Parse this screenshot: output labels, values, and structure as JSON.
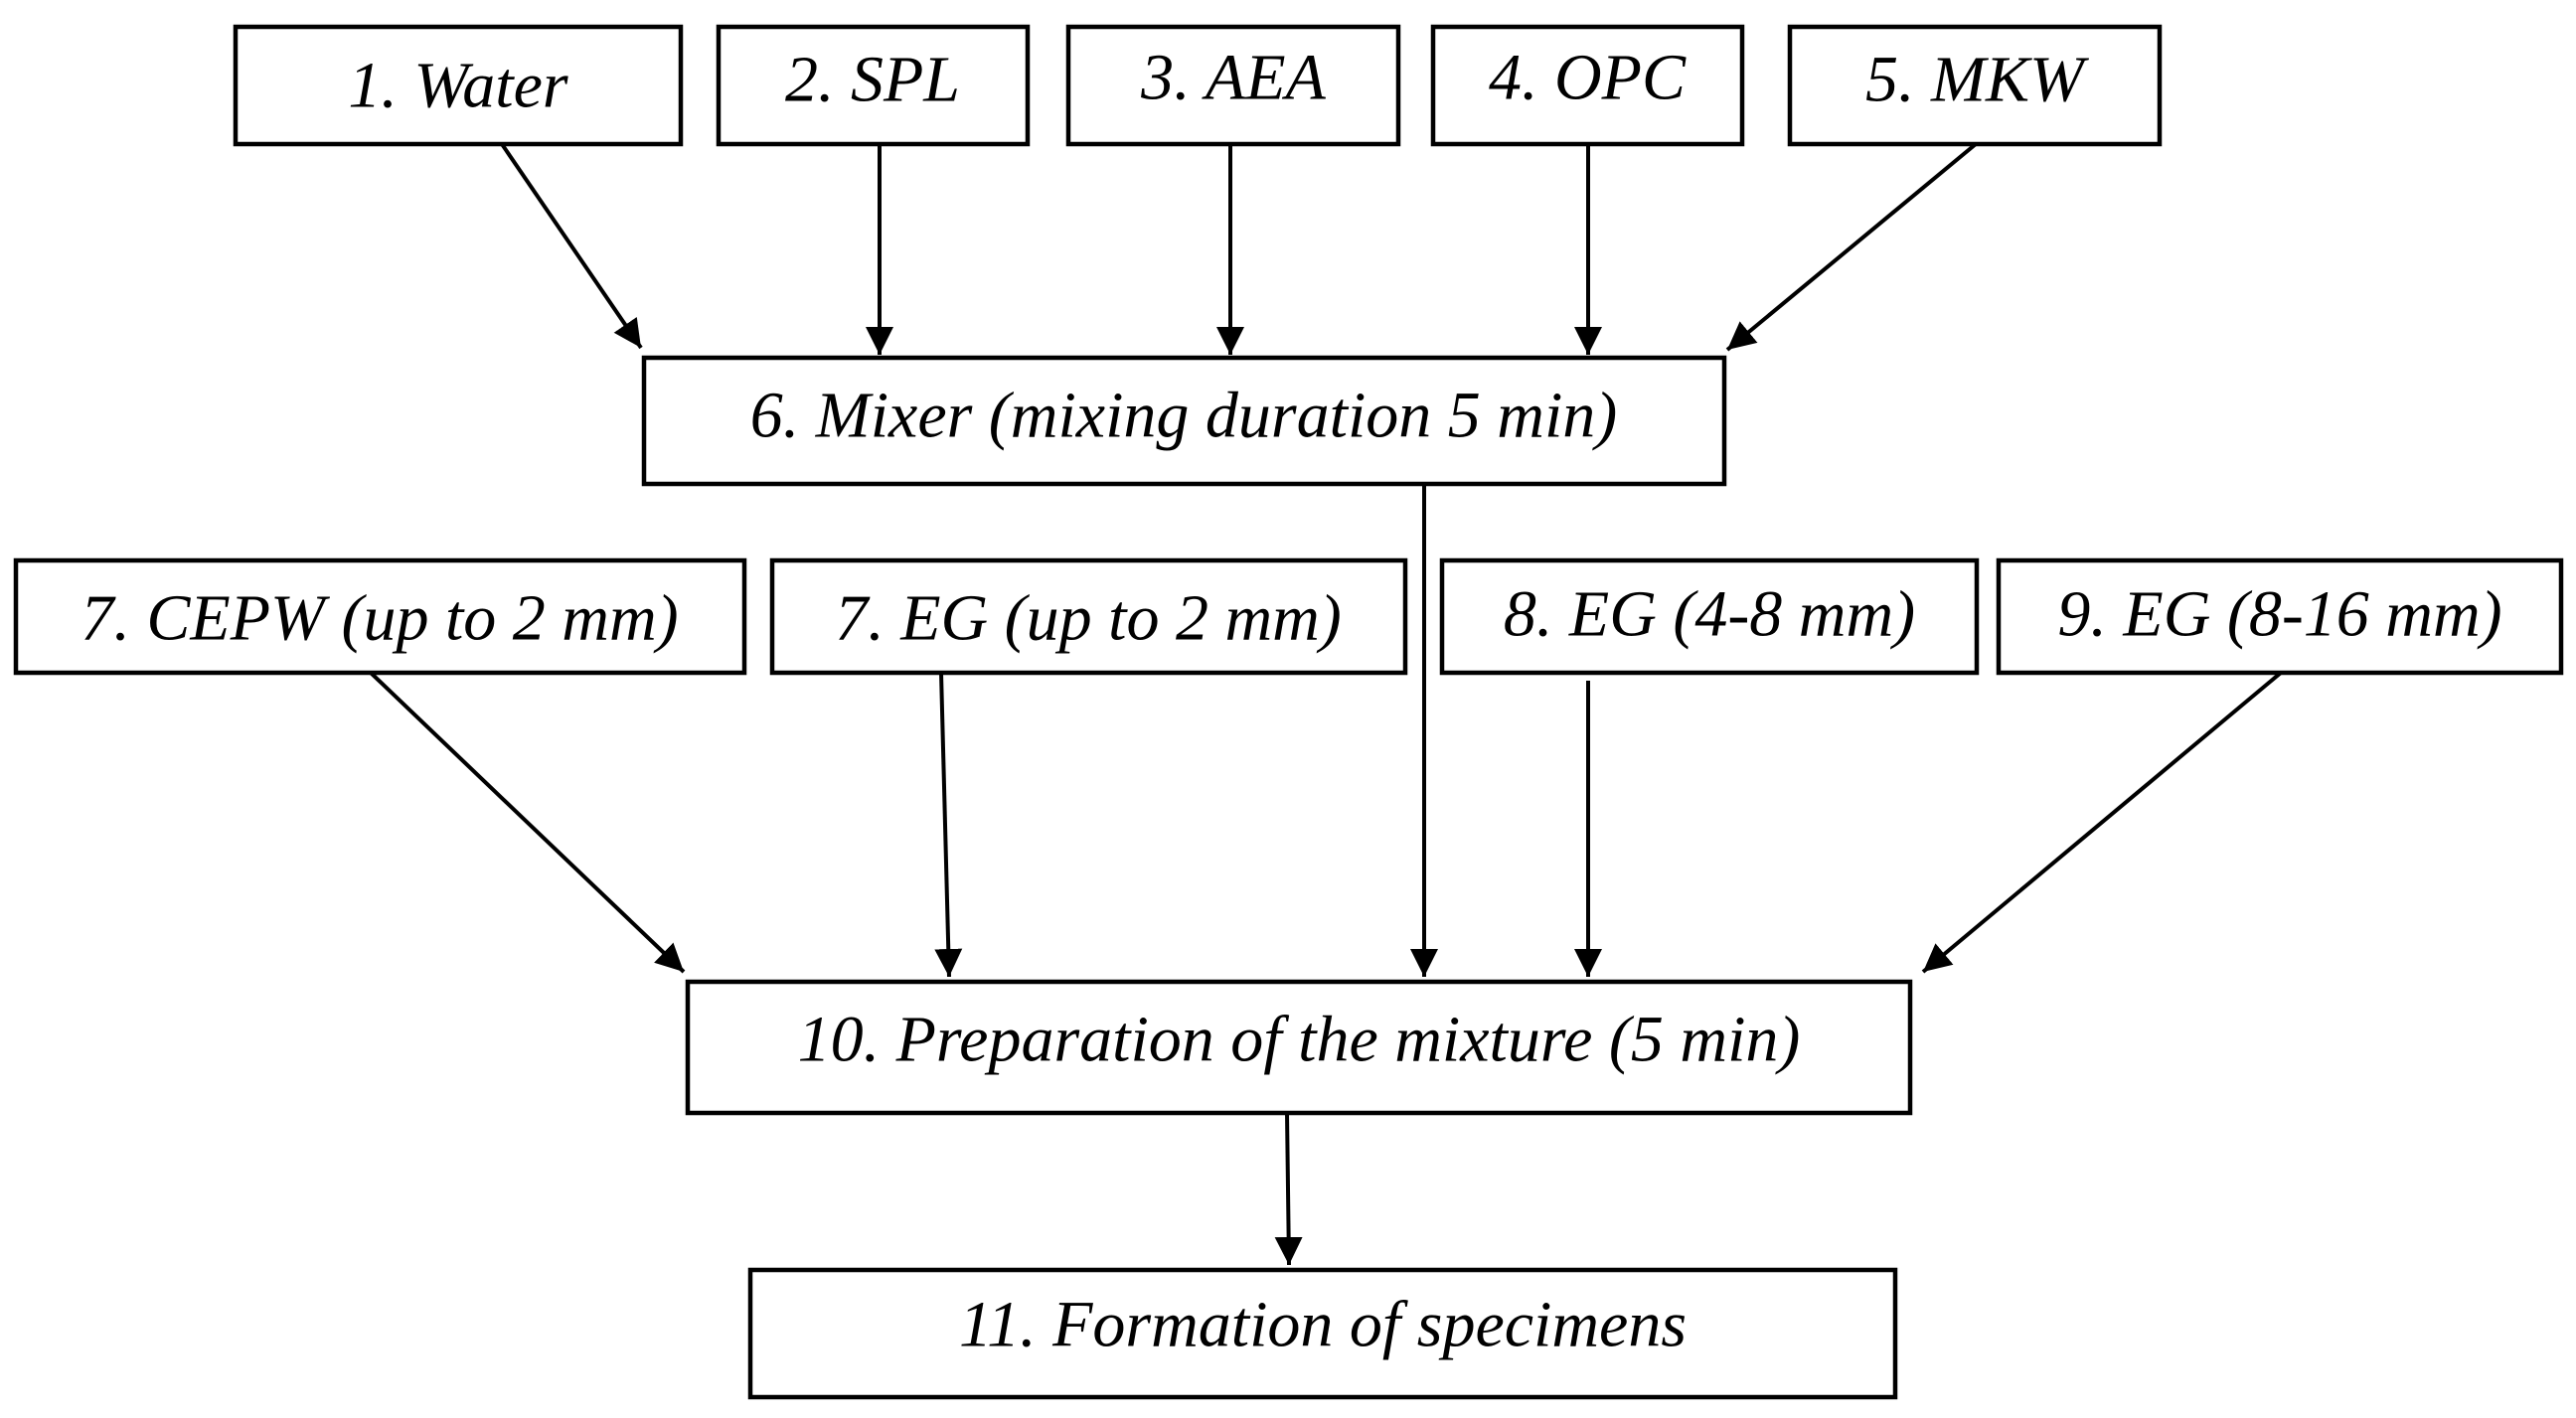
{
  "flowchart": {
    "inputs": [
      "1. Water",
      "2. SPL",
      "3. AEA",
      "4. OPC",
      "5. MKW"
    ],
    "mixer": "6. Mixer (mixing duration 5 min)",
    "aggregates": [
      "7. CEPW (up to 2 mm)",
      "7. EG (up to 2 mm)",
      "8. EG (4-8 mm)",
      "9. EG (8-16 mm)"
    ],
    "preparation": "10. Preparation of the mixture (5 min)",
    "formation": "11. Formation of specimens"
  }
}
